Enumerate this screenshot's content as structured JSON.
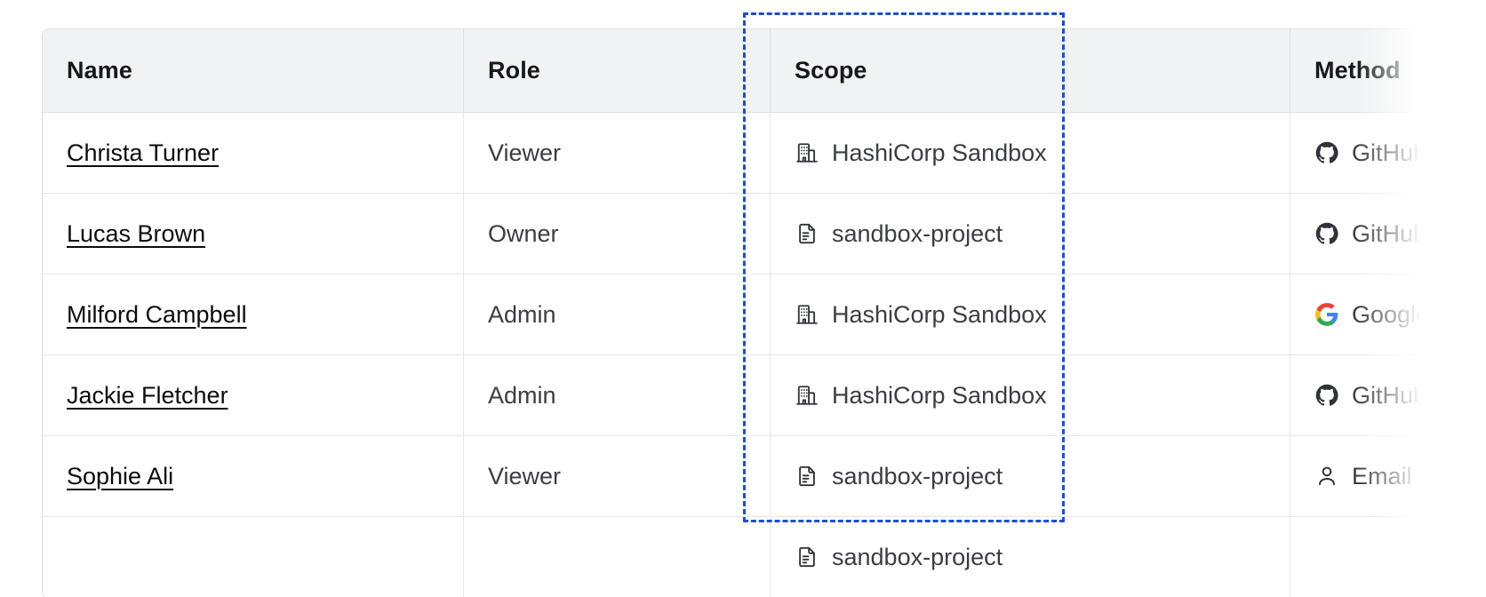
{
  "table": {
    "columns": [
      {
        "key": "name",
        "label": "Name"
      },
      {
        "key": "role",
        "label": "Role"
      },
      {
        "key": "scope",
        "label": "Scope"
      },
      {
        "key": "method",
        "label": "Method"
      }
    ],
    "rows": [
      {
        "name": "Christa Turner",
        "role": "Viewer",
        "scope": "HashiCorp Sandbox",
        "scope_icon": "organization-building-icon",
        "method": "GitHub",
        "method_icon": "github-icon"
      },
      {
        "name": "Lucas Brown",
        "role": "Owner",
        "scope": "sandbox-project",
        "scope_icon": "project-document-icon",
        "method": "GitHub",
        "method_icon": "github-icon"
      },
      {
        "name": "Milford Campbell",
        "role": "Admin",
        "scope": "HashiCorp Sandbox",
        "scope_icon": "organization-building-icon",
        "method": "Google",
        "method_icon": "google-icon"
      },
      {
        "name": "Jackie Fletcher",
        "role": "Admin",
        "scope": "HashiCorp Sandbox",
        "scope_icon": "organization-building-icon",
        "method": "GitHub",
        "method_icon": "github-icon"
      },
      {
        "name": "Sophie Ali",
        "role": "Viewer",
        "scope": "sandbox-project",
        "scope_icon": "project-document-icon",
        "method": "Email",
        "method_icon": "user-person-icon"
      },
      {
        "name": "",
        "role": "",
        "scope": "sandbox-project",
        "scope_icon": "project-document-icon",
        "method": "",
        "method_icon": "none"
      }
    ]
  },
  "highlight": {
    "target_column": "Scope",
    "style": "dashed",
    "color": "#1c4ed8"
  },
  "colors": {
    "header_bg": "#f1f2f3",
    "header_text": "#16181d",
    "body_text": "#3b3d45",
    "link_text": "#0b0c0e",
    "border": "#dedfe3",
    "row_border": "#e6e7eb",
    "highlight": "#1c4ed8",
    "google_blue": "#4285f4",
    "google_red": "#ea4335",
    "google_yellow": "#fbbc05",
    "google_green": "#34a853",
    "github_dark": "#31333a"
  }
}
